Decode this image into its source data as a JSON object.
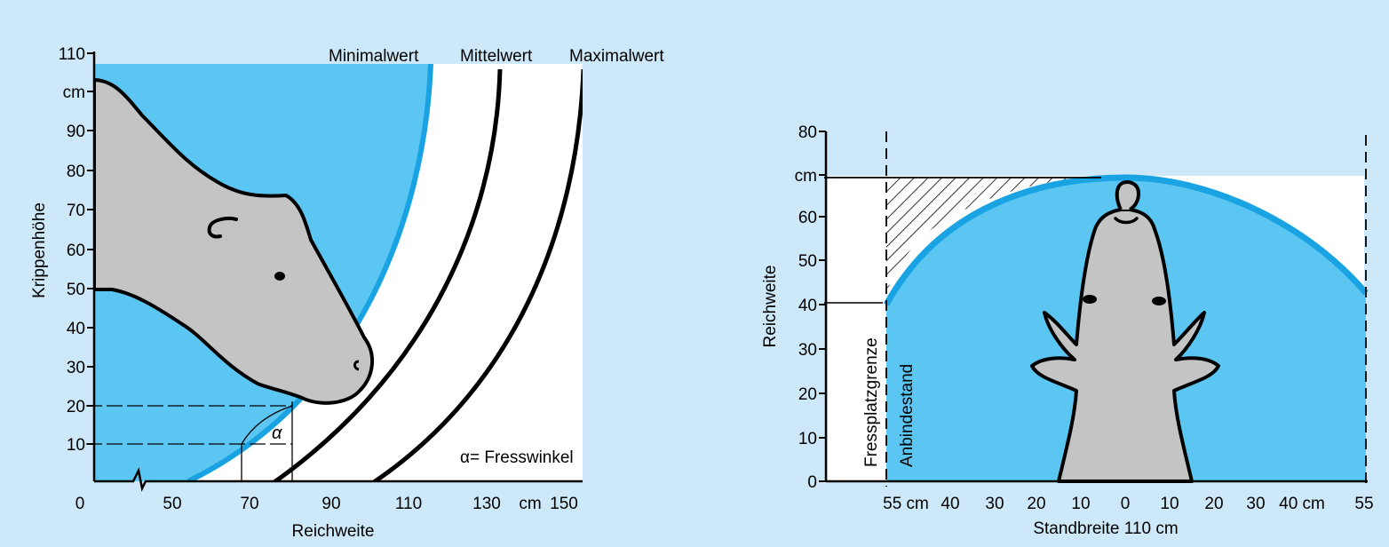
{
  "colors": {
    "background": "#cde8f8",
    "reach_zone": "#5cc6f2",
    "reach_edge": "#1aa3e2",
    "cow": "#c4c4c4",
    "line": "#000000",
    "panel": "#ffffff"
  },
  "left": {
    "y_label": "Krippenhöhe",
    "x_label": "Reichweite",
    "y_ticks": [
      "110",
      "cm",
      "90",
      "80",
      "70",
      "60",
      "50",
      "40",
      "30",
      "20",
      "10"
    ],
    "x_ticks": [
      "0",
      "50",
      "70",
      "90",
      "110",
      "130",
      "cm",
      "150"
    ],
    "curve_labels": [
      "Minimalwert",
      "Mittelwert",
      "Maximalwert"
    ],
    "alpha_mark": "α",
    "alpha_legend": "α= Fresswinkel"
  },
  "right": {
    "y_label": "Reichweite",
    "x_label": "Standbreite 110 cm",
    "y_ticks": [
      "80",
      "cm",
      "60",
      "50",
      "40",
      "30",
      "20",
      "10",
      "0"
    ],
    "x_ticks": [
      "55 cm",
      "40",
      "30",
      "20",
      "10",
      "0",
      "10",
      "20",
      "30",
      "40 cm",
      "55"
    ],
    "vertical_labels": [
      "Fressplatzgrenze",
      "Anbindestand"
    ]
  }
}
